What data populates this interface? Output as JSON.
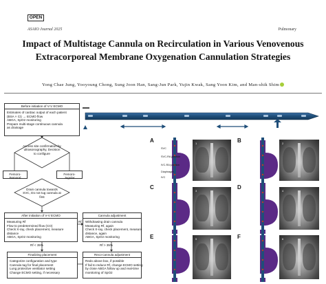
{
  "header": {
    "badge": "OPEN",
    "journal": "ASAIO Journal 2025",
    "section": "Pulmonary",
    "title": "Impact of Multistage Cannula on Recirculation in Various Venovenous Extracorporeal Membrane Oxygenation Cannulation Strategies",
    "authors": "Yong Chae Jung, Yooyoung Chong, Sung Joon Han, Sang-Jun Park, Yujin Kwak, Sang Yoon Kim, and Man-shik Shim"
  },
  "flowchart": {
    "before": {
      "title": "Before initiation of V-V ECMO",
      "items": [
        "Estimates of cardiac output of each patient",
        "(BSA × CI) → ECMO flow",
        "ABGA, SpO2 monitoring",
        "Prepare multi-stage continuous cannula",
        "as drainage"
      ]
    },
    "decision1": "Access site confirmation by ultrasonography, Decision to configure",
    "femfem": "Femoro-Femoral",
    "femjug": "Femoro-Jugular",
    "drain": "Drain cannula towards SVC, Do not tug cannula at first",
    "after": {
      "title": "After initiation of V-V ECMO",
      "items": [
        "Measuring Rf",
        "Flow to predetermined flow (CO)",
        "Check X-ray, check placement, measure",
        "distance",
        "ABGA, SpO2 monitoring"
      ]
    },
    "adjust": {
      "title": "Cannula adjustment",
      "items": [
        "Withdrawing drain cannula",
        "Measuring Rf, again",
        "Check X-ray, check placement, measure",
        "distance, again",
        "ABGA, SpO2 monitoring"
      ]
    },
    "rf_high": "Rf > 35%",
    "rf_low": "Rf < 35%",
    "rf_high2": "Rf > 35%",
    "finalize": {
      "title": "Finalizing placement",
      "items": [
        "Categorize configuration and type",
        "Cannula tag for final placement",
        "Lung protective ventilator setting",
        "Change ECMO setting, if necessary"
      ]
    },
    "recanulate": {
      "title": "Reco-cannula adjustment",
      "items": [
        "Redo above box, if possible",
        "If fail to reduce Rf, change ECMO setting",
        "by close ABGA follow up and real-time",
        "monitoring of SpO2"
      ]
    }
  },
  "panels": {
    "labels": [
      "A",
      "B",
      "C",
      "D",
      "E",
      "F"
    ],
    "tags": [
      "SVC",
      "SVC-RA junction",
      "IVC-RA junction",
      "Diaphragm",
      "IVC"
    ],
    "xray_tags": [
      "1",
      "2",
      "3",
      "4",
      "5",
      "6"
    ]
  },
  "colors": {
    "cannula_blue": "#1f4e79",
    "heart_purple": "#5b2a86",
    "return_red": "#c0392b"
  }
}
